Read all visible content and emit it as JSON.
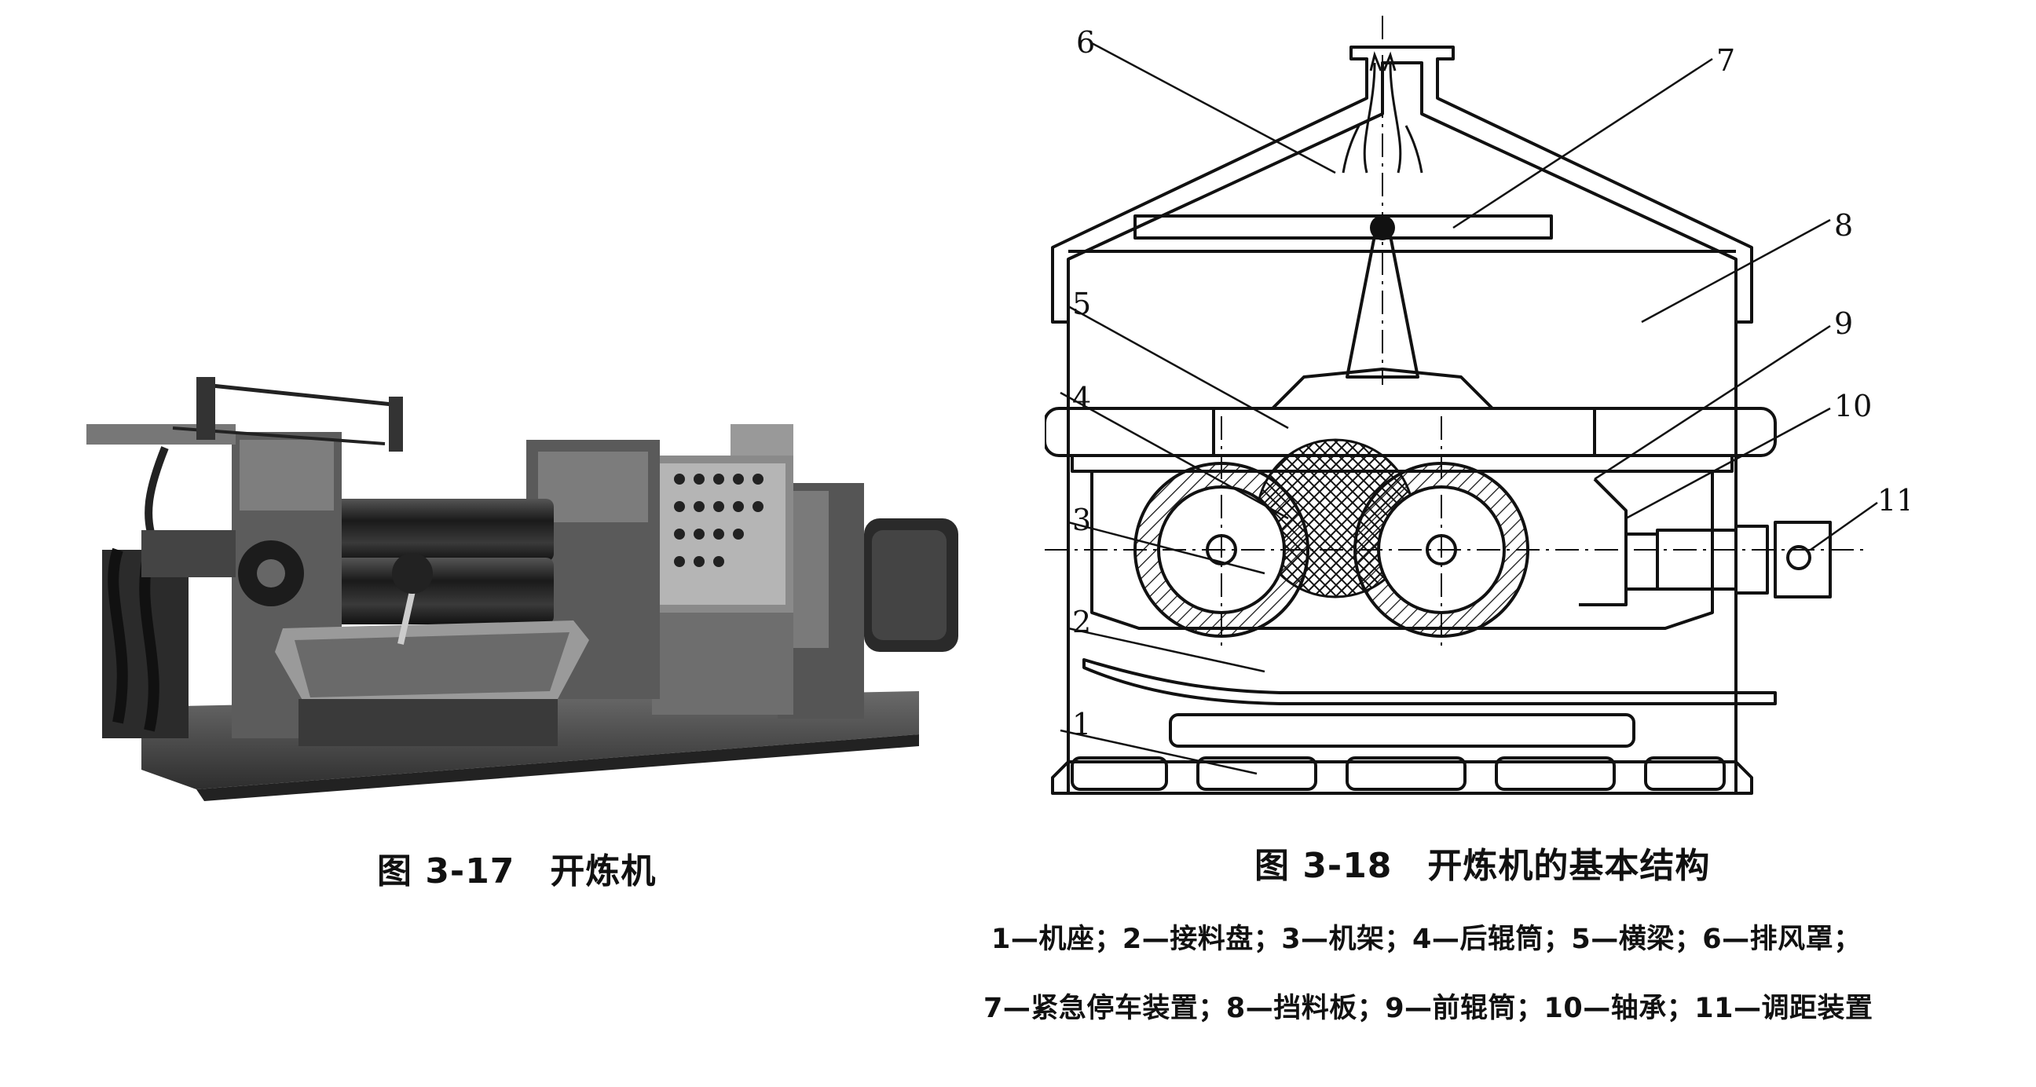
{
  "figure_left": {
    "caption": "图 3-17　开炼机"
  },
  "figure_right": {
    "caption": "图 3-18　开炼机的基本结构",
    "callouts": [
      "1",
      "2",
      "3",
      "4",
      "5",
      "6",
      "7",
      "8",
      "9",
      "10",
      "11"
    ],
    "legend_line_1": "1—机座；2—接料盘；3—机架；4—后辊筒；5—横梁；6—排风罩；",
    "legend_line_2": "7—紧急停车装置；8—挡料板；9—前辊筒；10—轴承；11—调距装置"
  }
}
